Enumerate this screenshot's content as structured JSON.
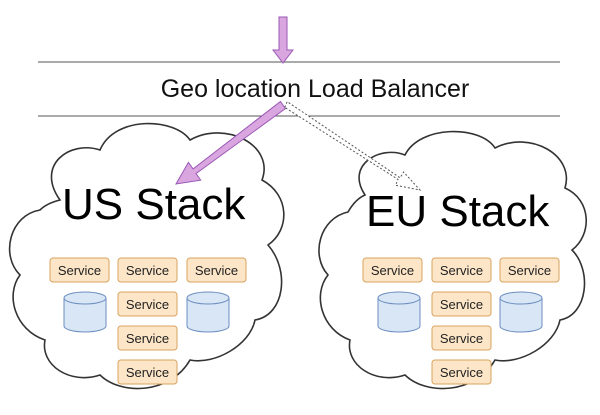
{
  "load_balancer": {
    "label": "Geo location Load Balancer"
  },
  "stacks": [
    {
      "title": "US Stack",
      "services": [
        "Service",
        "Service",
        "Service",
        "Service",
        "Service",
        "Service"
      ],
      "databases": 2
    },
    {
      "title": "EU Stack",
      "services": [
        "Service",
        "Service",
        "Service",
        "Service",
        "Service",
        "Service"
      ],
      "databases": 2
    }
  ],
  "colors": {
    "primary_arrow": "#d9a6e0",
    "primary_arrow_stroke": "#9b59b6",
    "service_fill": "#fde6c8",
    "service_stroke": "#d9a35f",
    "database_fill": "#d8e6f5",
    "database_stroke": "#6c8ebf",
    "line": "#555555"
  }
}
